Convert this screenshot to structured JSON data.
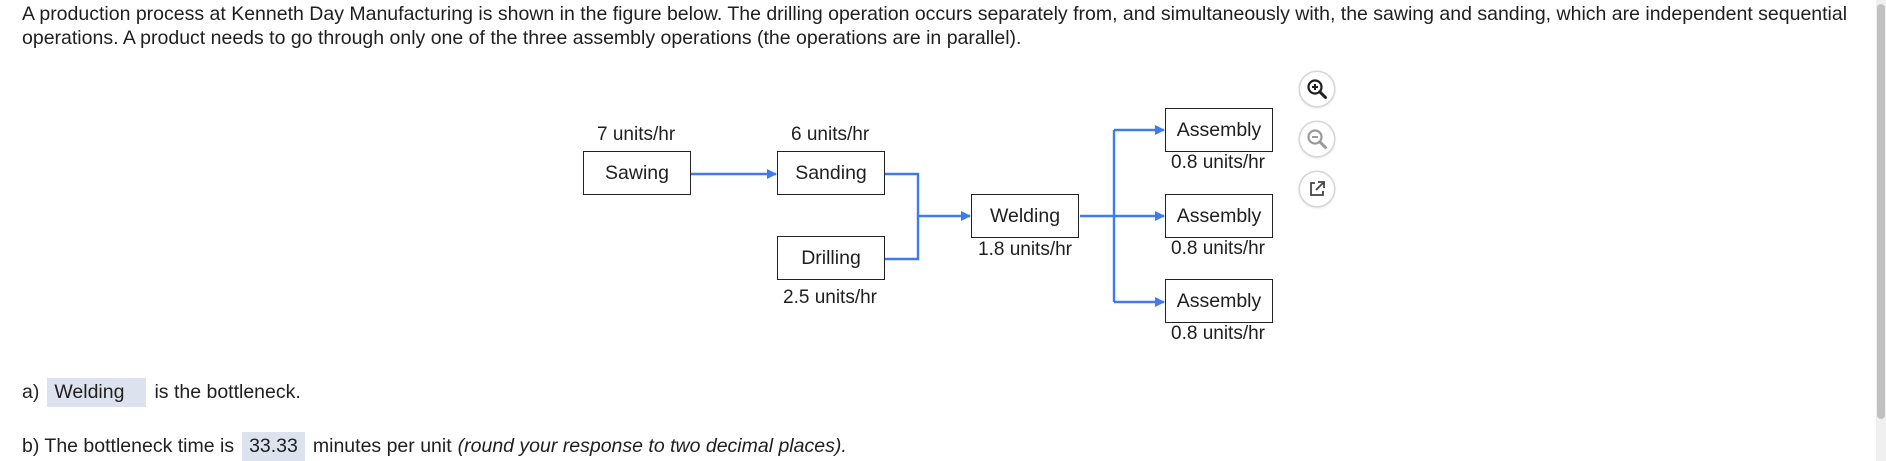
{
  "problem": {
    "text": "A production process at Kenneth Day Manufacturing is shown in the figure below. The drilling operation occurs separately from, and simultaneously with, the sawing and sanding, which are independent sequential operations. A product needs to go through only one of the three assembly operations (the operations are in parallel)."
  },
  "diagram": {
    "nodes": {
      "sawing": {
        "label": "Sawing",
        "rate": "7 units/hr"
      },
      "sanding": {
        "label": "Sanding",
        "rate": "6 units/hr"
      },
      "drilling": {
        "label": "Drilling",
        "rate": "2.5 units/hr"
      },
      "welding": {
        "label": "Welding",
        "rate": "1.8 units/hr"
      },
      "assembly1": {
        "label": "Assembly",
        "rate": "0.8 units/hr"
      },
      "assembly2": {
        "label": "Assembly",
        "rate": "0.8 units/hr"
      },
      "assembly3": {
        "label": "Assembly",
        "rate": "0.8 units/hr"
      }
    },
    "edges": [
      [
        "Sawing",
        "Sanding"
      ],
      [
        "Sanding",
        "Welding"
      ],
      [
        "Drilling",
        "Welding"
      ],
      [
        "Welding",
        "Assembly"
      ],
      [
        "Welding",
        "Assembly"
      ],
      [
        "Welding",
        "Assembly"
      ]
    ],
    "arrow_color": "#3d7bef"
  },
  "toolbar": {
    "zoom_in_icon": "zoom-in-icon",
    "zoom_out_icon": "zoom-out-icon",
    "popout_icon": "external-link-icon"
  },
  "answers": {
    "a": {
      "prefix": "a)",
      "value": "Welding",
      "suffix": "is the bottleneck."
    },
    "b": {
      "prefix": "b) The bottleneck time is",
      "value": "33.33",
      "suffix": "minutes per unit",
      "note": "(round your response to two decimal places)."
    }
  }
}
